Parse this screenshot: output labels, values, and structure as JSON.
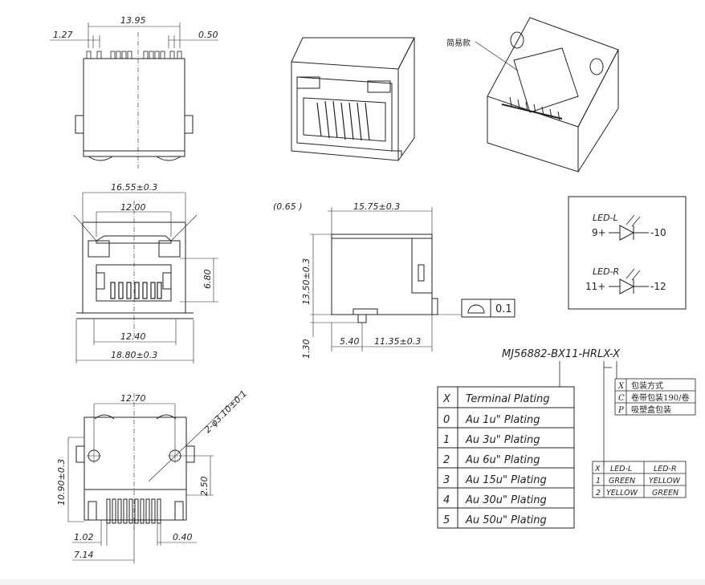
{
  "dims": {
    "top": {
      "width": "13.95",
      "pitch": "1.27",
      "pin": "0.50"
    },
    "front": {
      "body": "16.55±0.3",
      "opening": "12.00",
      "height": "6.80",
      "inner": "12.40",
      "total": "18.80±0.3"
    },
    "bottom": {
      "spacing": "12.70",
      "hole": "2-φ3.10±0.1",
      "y1": "10.90±0.3",
      "y2": "2.50",
      "a": "1.02",
      "b": "0.40",
      "c": "7.14"
    },
    "side": {
      "offset": "(0.65 )",
      "depth": "15.75±0.3",
      "height": "13.50±0.3",
      "pin": "1.30",
      "p1": "5.40",
      "p2": "11.35±0.3"
    }
  },
  "flatness": {
    "value": "0.1"
  },
  "iso_label": "简易款",
  "led": {
    "l": {
      "name": "LED-L",
      "anode": "9+",
      "cathode": "-10"
    },
    "r": {
      "name": "LED-R",
      "anode": "11+",
      "cathode": "-12"
    }
  },
  "part_number": "MJ56882-BX11-HRLX-X",
  "plating_table": {
    "header": [
      "X",
      "Terminal Plating"
    ],
    "rows": [
      [
        "0",
        "Au 1u\" Plating"
      ],
      [
        "1",
        "Au 3u\" Plating"
      ],
      [
        "2",
        "Au 6u\" Plating"
      ],
      [
        "3",
        "Au 15u\" Plating"
      ],
      [
        "4",
        "Au 30u\" Plating"
      ],
      [
        "5",
        "Au 50u\" Plating"
      ]
    ]
  },
  "packaging_table": {
    "rows": [
      [
        "X",
        "包装方式"
      ],
      [
        "C",
        "卷带包装190/卷"
      ],
      [
        "P",
        "吸塑盒包装"
      ]
    ]
  },
  "led_table": {
    "header": [
      "X",
      "LED-L",
      "LED-R"
    ],
    "rows": [
      [
        "1",
        "GREEN",
        "YELLOW"
      ],
      [
        "2",
        "YELLOW",
        "GREEN"
      ]
    ]
  }
}
